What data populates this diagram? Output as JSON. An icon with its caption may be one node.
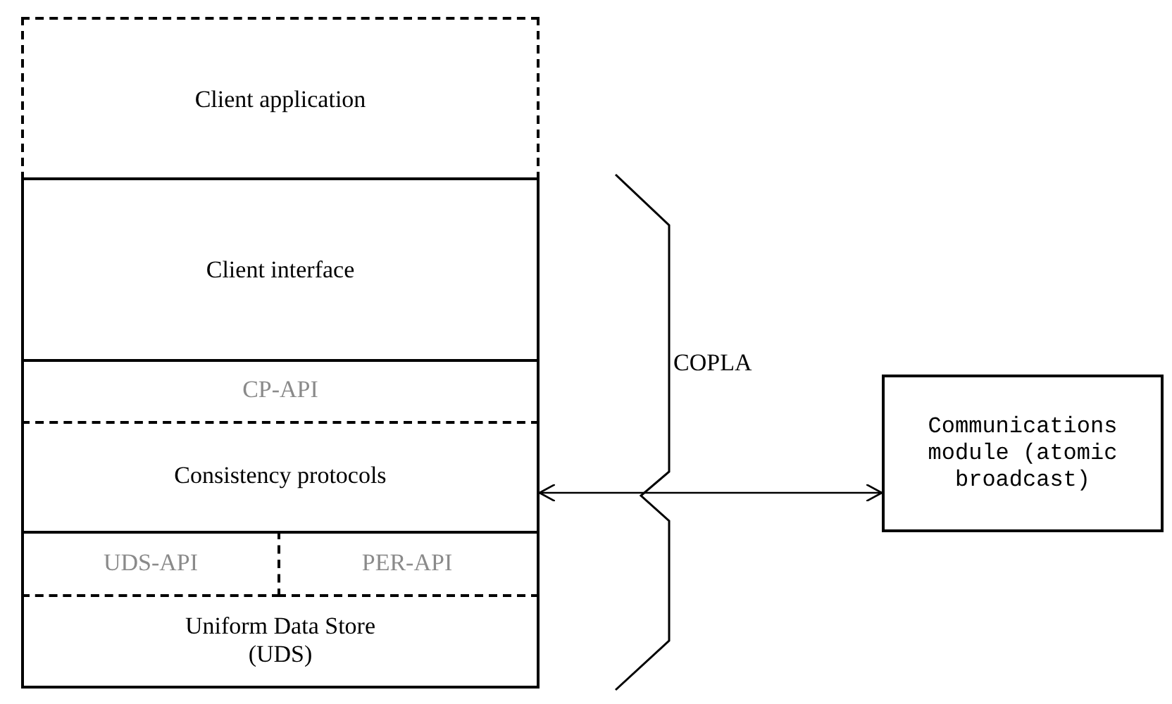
{
  "diagram": {
    "nodes": [
      {
        "text": [
          "Client application"
        ]
      },
      {
        "text": [
          "Client interface"
        ]
      },
      {
        "text": [
          "CP-API"
        ]
      },
      {
        "text": [
          "Consistency protocols"
        ]
      },
      {
        "text": [
          "UDS-API"
        ]
      },
      {
        "text": [
          "PER-API"
        ]
      },
      {
        "text": [
          "Uniform Data Store (UDS)"
        ]
      },
      {
        "text": [
          "Communications module (atomic broadcast)"
        ]
      }
    ],
    "edges": [
      {
        "from": 3,
        "to": 7,
        "arrow": "both"
      }
    ],
    "labels": [
      "COPLA"
    ]
  }
}
